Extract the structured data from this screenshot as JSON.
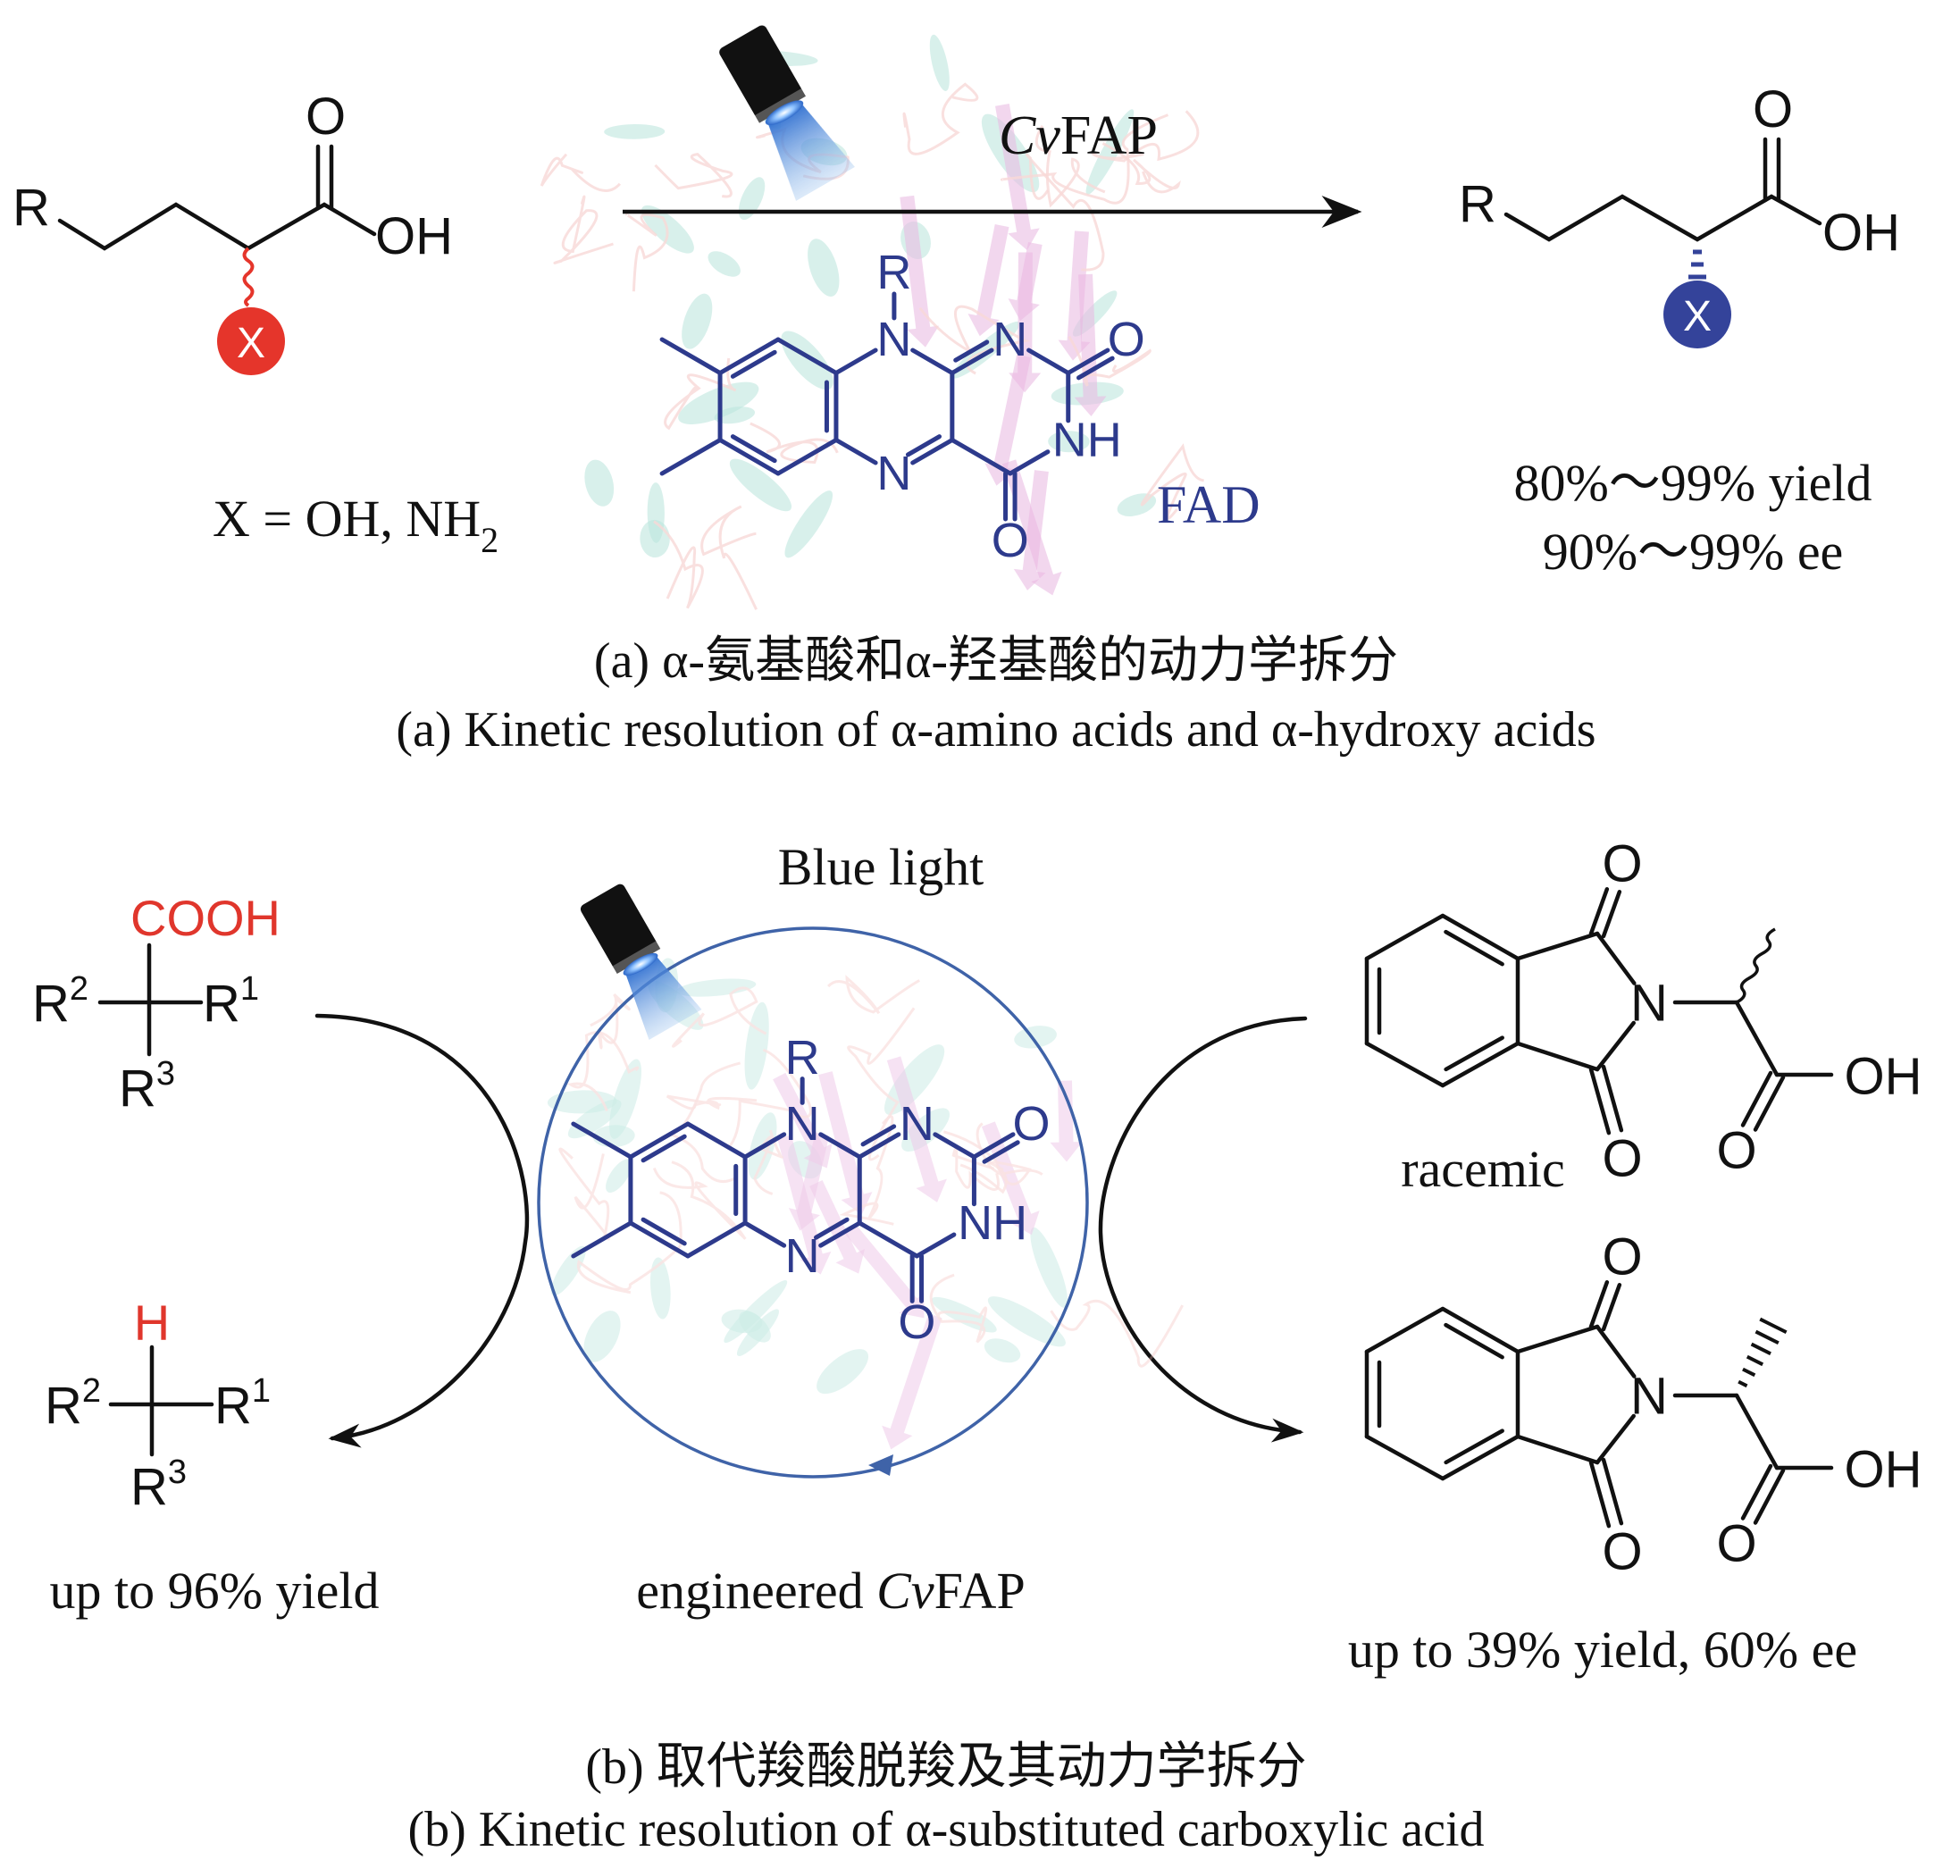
{
  "figure": {
    "part_a": {
      "reactant": {
        "r_group": "R",
        "carbonyl_o": "O",
        "hydroxyl": "OH",
        "substituent": "X",
        "substituent_color": "#e5352b",
        "definition": "X = OH, NH",
        "definition_subscript": "2"
      },
      "arrow": {
        "enzyme_italic": "Cv",
        "enzyme_rest": "FAP"
      },
      "cofactor": {
        "r_group": "R",
        "n10": "N",
        "n1": "N",
        "o2": "O",
        "nh": "NH",
        "o4": "O",
        "n5": "N",
        "name": "FAD",
        "color": "#2d3a8c"
      },
      "product": {
        "r_group": "R",
        "carbonyl_o": "O",
        "hydroxyl": "OH",
        "substituent": "X",
        "substituent_color": "#34439a",
        "yield": "80%～99% yield",
        "ee": "90%～99% ee"
      },
      "caption_zh": "(a) α-氨基酸和α-羟基酸的动力学拆分",
      "caption_en": "(a) Kinetic resolution of α-amino acids and α-hydroxy acids"
    },
    "part_b": {
      "light_label": "Blue light",
      "substrate": {
        "top_group": "COOH",
        "r1": "R",
        "r1_sup": "1",
        "r2": "R",
        "r2_sup": "2",
        "r3": "R",
        "r3_sup": "3",
        "accent_color": "#e0362c"
      },
      "decarboxylated": {
        "top_group": "H",
        "r1": "R",
        "r1_sup": "1",
        "r2": "R",
        "r2_sup": "2",
        "r3": "R",
        "r3_sup": "3",
        "yield": "up to 96% yield"
      },
      "catalyst": {
        "r_group": "R",
        "n10": "N",
        "n1": "N",
        "o2": "O",
        "nh": "NH",
        "o4": "O",
        "n5": "N",
        "label_prefix": "engineered ",
        "label_italic": "Cv",
        "label_rest": "FAP",
        "cycle_color": "#3f63a8"
      },
      "racemic_substrate": {
        "n": "N",
        "o_top": "O",
        "o_bottom": "O",
        "acid_o": "O",
        "hydroxyl": "OH",
        "label": "racemic"
      },
      "resolved_product": {
        "n": "N",
        "o_top": "O",
        "o_bottom": "O",
        "acid_o": "O",
        "hydroxyl": "OH",
        "result": "up to 39% yield, 60% ee"
      },
      "caption_zh": "(b) 取代羧酸脱羧及其动力学拆分",
      "caption_en": "(b) Kinetic resolution of α-substituted carboxylic acid"
    }
  }
}
